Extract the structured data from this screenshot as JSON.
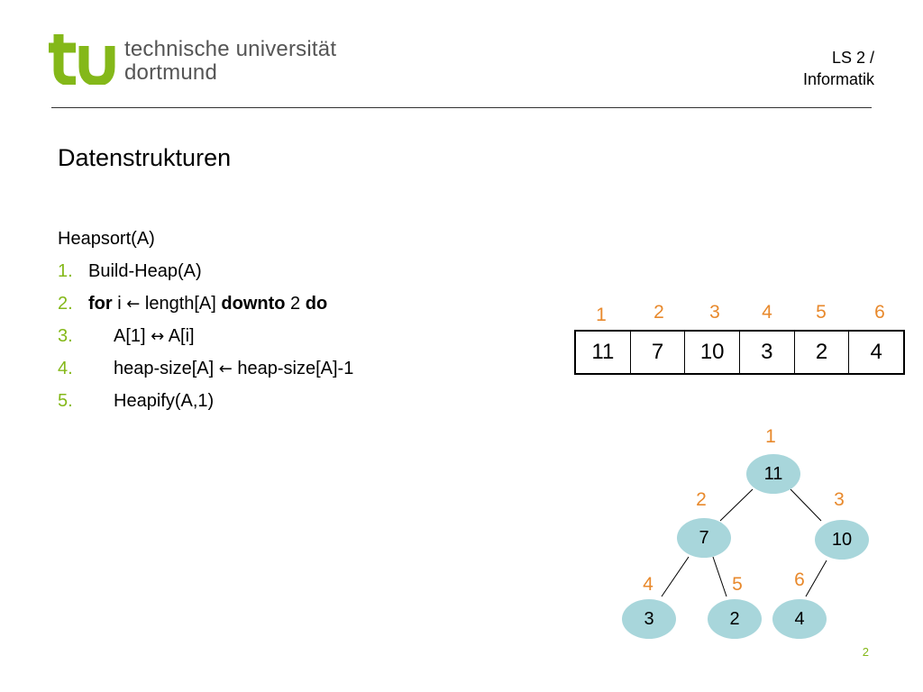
{
  "header": {
    "logo_line1": "technische universität",
    "logo_line2": "dortmund",
    "chair_line1": "LS 2 /",
    "chair_line2": "Informatik"
  },
  "title": "Datenstrukturen",
  "algorithm": {
    "name": "Heapsort(A)",
    "lines": [
      {
        "num": "1.",
        "text": "Build-Heap(A)"
      },
      {
        "num": "2.",
        "kw1": "for",
        "a": " i ",
        "arrow": "←",
        "b": " length[A] ",
        "kw2": "downto",
        "c": " 2 ",
        "kw3": "do"
      },
      {
        "num": "3.",
        "a": "A[1] ",
        "arrow": "↔",
        "b": " A[i]"
      },
      {
        "num": "4.",
        "a": "heap-size[A] ",
        "arrow": "←",
        "b": " heap-size[A]-1"
      },
      {
        "num": "5.",
        "text": "Heapify(A,1)"
      }
    ]
  },
  "array": {
    "indices": [
      "1",
      "2",
      "3",
      "4",
      "5",
      "6"
    ],
    "values": [
      "11",
      "7",
      "10",
      "3",
      "2",
      "4"
    ]
  },
  "tree": {
    "nodes": [
      {
        "index": "1",
        "value": "11"
      },
      {
        "index": "2",
        "value": "7"
      },
      {
        "index": "3",
        "value": "10"
      },
      {
        "index": "4",
        "value": "3"
      },
      {
        "index": "5",
        "value": "2"
      },
      {
        "index": "6",
        "value": "4"
      }
    ]
  },
  "colors": {
    "tu_green": "#84b819",
    "index_orange": "#e8892c",
    "node_fill": "#a8d6db"
  },
  "page_number": "2"
}
